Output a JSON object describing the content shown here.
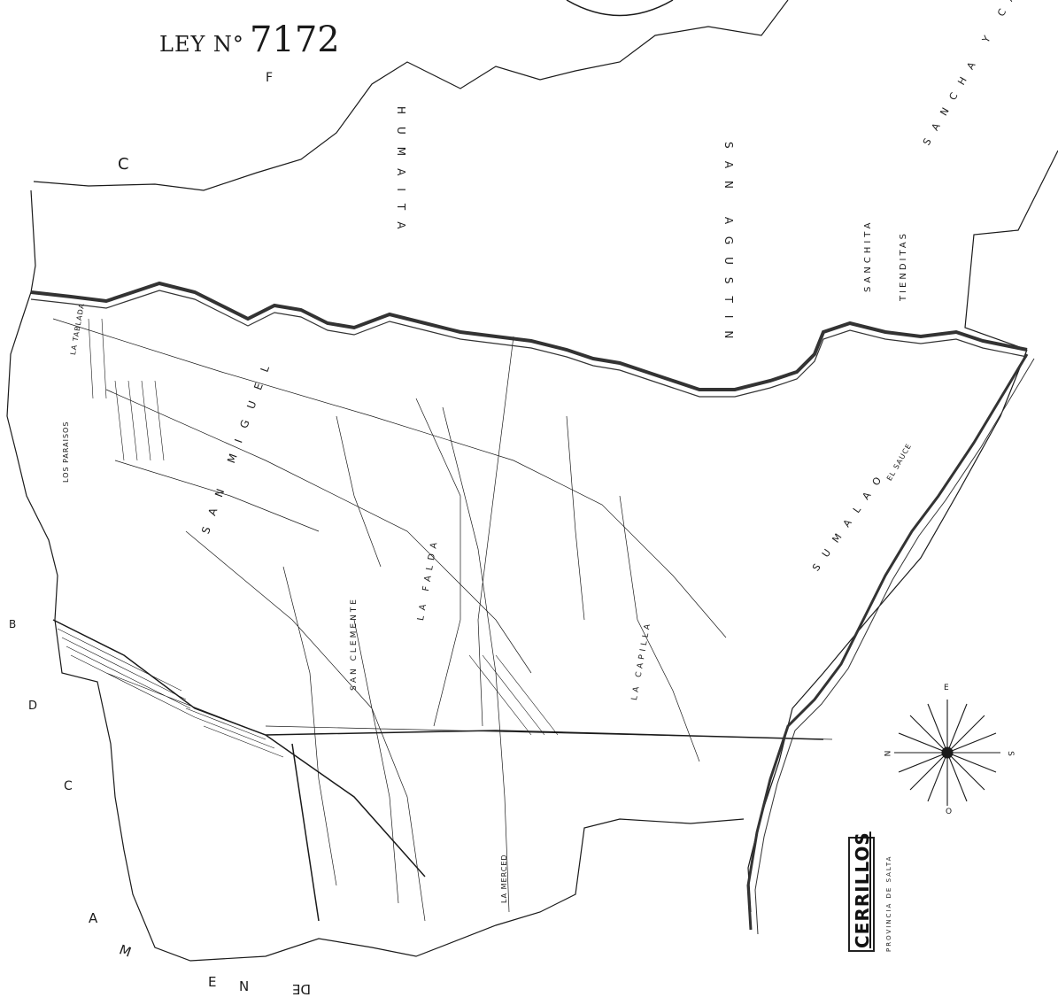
{
  "law_title": {
    "prefix": "LEY N°",
    "number": "7172"
  },
  "regions": {
    "humaita": "HUMAITA",
    "san_agustin": "SAN AGUSTIN",
    "san_miguel": "SAN MIGUEL",
    "la_falda": "LA FALDA",
    "san_clemente": "SAN CLEMENTE",
    "capilla": "LA CAPILLA",
    "sumalao": "SUMALAO",
    "sanchita": "SANCHITA",
    "tienditas": "TIENDITAS",
    "sancha_castillo": "SANCHA Y CASTILLO",
    "los_paraisos": "LOS PARAISOS",
    "la_tablada": "LA TABLADA",
    "el_sauce": "EL SAUCE",
    "la_merced": "LA MERCED"
  },
  "compass": {
    "north": "N",
    "east": "E",
    "south": "S",
    "west": "O"
  },
  "cartouche": {
    "title": "CERRILLOS",
    "province_line": "PROVINCIA DE SALTA"
  },
  "edge_letters": [
    "C",
    "F",
    "B",
    "D",
    "A",
    "M",
    "E",
    "N",
    "DE",
    "C"
  ],
  "colors": {
    "ink": "#1a1a1a",
    "paper": "#ffffff",
    "river": "#333333"
  }
}
